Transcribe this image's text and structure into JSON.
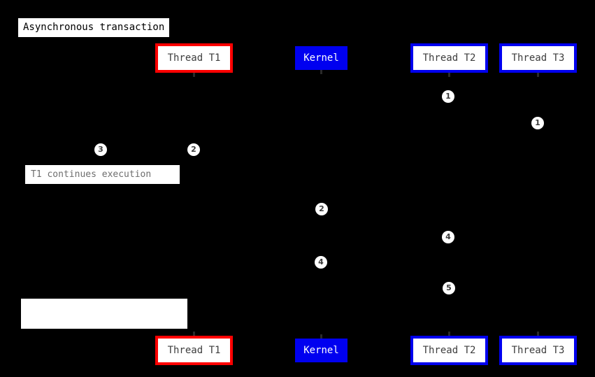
{
  "diagram": {
    "title": "Asynchronous transaction",
    "background_color": "#000000",
    "accent_red": "#ff0000",
    "accent_blue": "#0000ee",
    "kernel_fill": "#0000f0"
  },
  "participants_top": [
    {
      "label": "Thread T1",
      "style": "red"
    },
    {
      "label": "Kernel",
      "style": "solid"
    },
    {
      "label": "Thread T2",
      "style": "blue"
    },
    {
      "label": "Thread T3",
      "style": "blue"
    }
  ],
  "participants_bottom": [
    {
      "label": "Thread T1",
      "style": "red"
    },
    {
      "label": "Kernel",
      "style": "solid"
    },
    {
      "label": "Thread T2",
      "style": "blue"
    },
    {
      "label": "Thread T3",
      "style": "blue"
    }
  ],
  "notes": [
    {
      "text": "T1 continues execution"
    },
    {
      "text": ""
    }
  ],
  "badges": [
    {
      "number": "1"
    },
    {
      "number": "1"
    },
    {
      "number": "3"
    },
    {
      "number": "2"
    },
    {
      "number": "2"
    },
    {
      "number": "4"
    },
    {
      "number": "4"
    },
    {
      "number": "5"
    }
  ]
}
